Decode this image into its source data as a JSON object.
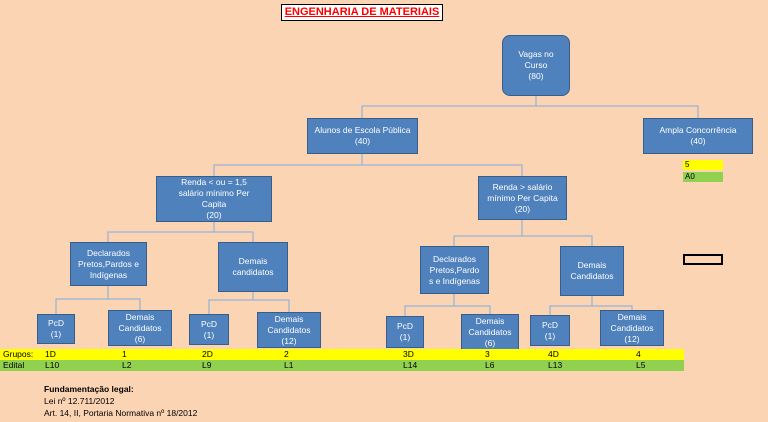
{
  "title": "ENGENHARIA DE MATERIAIS",
  "nodes": {
    "root": "Vagas no\nCurso\n(80)",
    "publica": "Alunos de Escola Pública\n(40)",
    "ampla": "Ampla Concorrência\n(40)",
    "renda_baixa": "Renda < ou = 1,5\nsalário mínimo Per\nCapita\n(20)",
    "renda_alta": "Renda > salário\nmínimo Per Capita\n(20)",
    "ppi_1": "Declarados\nPretos,Pardos e\nIndígenas",
    "demais_1": "Demais\ncandidatos",
    "ppi_2": "Declarados\nPretos,Pardo\ns e Indígenas",
    "demais_2": "Demais\nCandidatos",
    "pcd_1d": "PcD\n(1)",
    "dem_1": "Demais\nCandidatos\n(6)",
    "pcd_2d": "PcD\n(1)",
    "dem_2": "Demais\nCandidatos\n(12)",
    "pcd_3d": "PcD\n(1)",
    "dem_3": "Demais\nCandidatos\n(6)",
    "pcd_4d": "PcD\n(1)",
    "dem_4": "Demais\nCandidatos\n(12)"
  },
  "legend": {
    "yellow": "5",
    "green": "A0"
  },
  "grupos": {
    "label": "Grupos:",
    "values": [
      "1D",
      "1",
      "2D",
      "2",
      "3D",
      "3",
      "4D",
      "4"
    ]
  },
  "edital": {
    "label": "Edital",
    "values": [
      "L10",
      "L2",
      "L9",
      "L1",
      "L14",
      "L6",
      "L13",
      "L5"
    ]
  },
  "legal": {
    "heading": "Fundamentação legal:",
    "line1": "Lei nº 12.711/2012",
    "line2": "Art. 14, II, Portaria Normativa nº 18/2012"
  },
  "colors": {
    "node_fill": "#4f81bd",
    "background": "#fbd4b4",
    "grupos_band": "#ffff00",
    "edital_band": "#92d050",
    "title_text": "#ff0000"
  }
}
